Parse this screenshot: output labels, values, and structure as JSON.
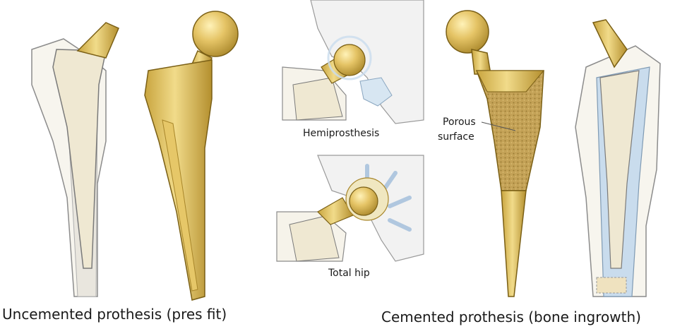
{
  "figure": {
    "captions": {
      "uncemented": "Uncemented prothesis (pres fit)",
      "cemented": "Cemented prothesis (bone ingrowth)",
      "hemiprosthesis": "Hemiprosthesis",
      "total_hip": "Total hip",
      "porous_surface_line1": "Porous",
      "porous_surface_line2": "surface"
    },
    "colors": {
      "implant_gold": "#d4b24c",
      "implant_dark": "#a8862a",
      "bone": "#f6f3ea",
      "bone_outline": "#8c8c8c",
      "marrow": "#ede6cf",
      "cement": "#c9dced",
      "porous": "#b8944a"
    }
  }
}
